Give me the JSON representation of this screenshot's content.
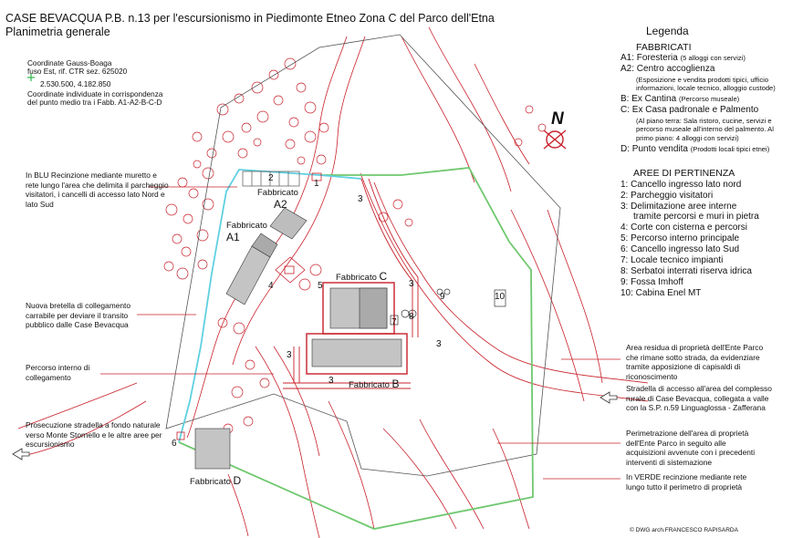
{
  "title": "CASE BEVACQUA P.B. n.13 per l'escursionismo in Piedimonte Etneo Zona C del Parco dell'Etna",
  "subtitle": "Planimetria generale",
  "coords": {
    "line1": "Coordinate Gauss-Boaga",
    "line2": "fuso Est, rif. CTR sez. 625020",
    "values": "2.530.500, 4.182.850",
    "line3": "Coordinate  individuate in corrispondenza",
    "line4": "del punto medio tra i Fabb. A1-A2-B-C-D"
  },
  "notes": {
    "blue": "In BLU Recinzione mediante muretto e rete lungo l'area che delimita il parcheggio visitatori, i cancelli di accesso lato Nord e lato Sud",
    "bretella": "Nuova bretella di collegamento carrabile per deviare il transito pubblico dalle Case Bevacqua",
    "percorso": "Percorso interno di collegamento",
    "prosecuzione": "Prosecuzione stradella a fondo naturale verso Monte Stornello e le altre aree per escursionismo",
    "residua": "Area residua di proprietà dell'Ente Parco che rimane sotto strada, da evidenziare tramite apposizione di capisaldi di riconoscimento",
    "stradella": "Stradella di accesso all'area del complesso rurale di Case Bevacqua,  collegata a valle con la S.P. n.59  Linguaglossa - Zafferana",
    "perimetrazione": "Perimetrazione dell'area di proprietà dell'Ente Parco in seguito alle acquisizioni avvenute con i precedenti interventi di sistemazione",
    "verde": "In VERDE recinzione mediante rete lungo tutto il perimetro di proprietà"
  },
  "legend": {
    "title": "Legenda",
    "fabbricati_head": "FABBRICATI",
    "a1": "A1: Foresteria",
    "a1_note": "(5 alloggi con servizi)",
    "a2": "A2: Centro accoglienza",
    "a2_note": "(Esposizione e vendita prodotti tipici, ufficio informazioni, locale tecnico, alloggio custode)",
    "b": "B: Ex Cantina",
    "b_note": "(Percorso museale)",
    "c": "C: Ex Casa padronale e Palmento",
    "c_note": "(Al piano terra: Sala ristoro, cucine, servizi e percorso museale all'interno del palmento. Al primo piano: 4 alloggi con servizi)",
    "d": "D: Punto vendita",
    "d_note": "(Prodotti locali tipici etnei)",
    "aree_head": "AREE DI PERTINENZA",
    "items": [
      "1: Cancello ingresso lato nord",
      "2: Parcheggio visitatori",
      "3: Delimitazione aree interne",
      "tramite percorsi e muri in pietra",
      "4: Corte con cisterna e percorsi",
      "5: Percorso interno principale",
      "6: Cancello ingresso lato Sud",
      "7: Locale tecnico impianti",
      "8: Serbatoi interrati riserva idrica",
      "9: Fossa Imhoff",
      "10: Cabina Enel MT"
    ]
  },
  "labels": {
    "fabbricato": "Fabbricato",
    "a2": "A2",
    "a1": "A1",
    "c": "C",
    "b": "B",
    "d": "D",
    "n1": "1",
    "n2": "2",
    "n3": "3",
    "n4": "4",
    "n5": "5",
    "n6": "6",
    "n7": "7",
    "n8": "8",
    "n9": "9",
    "n10": "10",
    "north": "N"
  },
  "credit": "© DWG  arch.FRANCESCO RAPISARDA",
  "colors": {
    "red": "#c8202a",
    "blue": "#5fd0e0",
    "green": "#6fc86f",
    "gray": "#555555"
  }
}
